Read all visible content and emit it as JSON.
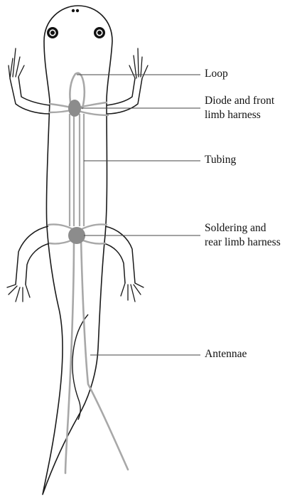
{
  "labels": {
    "loop": "Loop",
    "diode_line1": "Diode and front",
    "diode_line2": "limb harness",
    "tubing": "Tubing",
    "soldering_line1": "Soldering and",
    "soldering_line2": "rear limb harness",
    "antennae": "Antennae"
  },
  "colors": {
    "outline": "#1a1a1a",
    "device": "#a8a8a8",
    "nodule": "#8c8c8c",
    "leader": "#444444",
    "eye": "#111111"
  }
}
